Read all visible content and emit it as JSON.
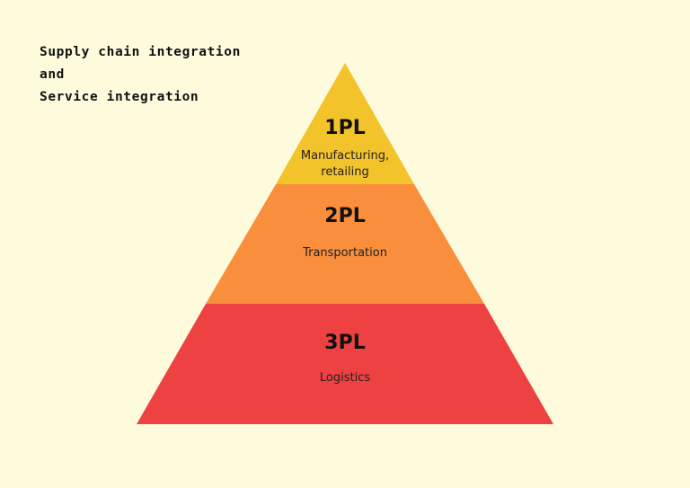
{
  "heading": {
    "line1": "Supply chain integration",
    "line2": "and",
    "line3": "Service integration"
  },
  "pyramid": {
    "tiers": [
      {
        "title": "1PL",
        "desc_line1": "Manufacturing,",
        "desc_line2": "retailing",
        "color": "#f3c32b"
      },
      {
        "title": "2PL",
        "desc_line1": "Transportation",
        "color": "#f98e3c"
      },
      {
        "title": "3PL",
        "desc_line1": "Logistics",
        "color": "#ee4141"
      }
    ]
  },
  "colors": {
    "background": "#fdfbdc"
  }
}
